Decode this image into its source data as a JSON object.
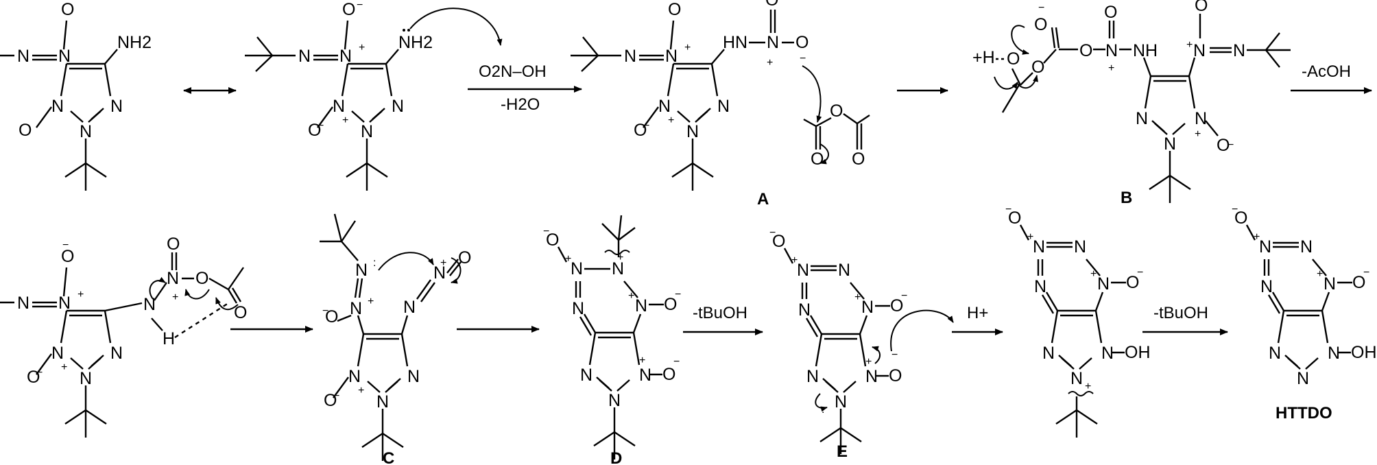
{
  "reaction_conditions": {
    "nitric_acid": "O2N–OH",
    "minus_water": "-H2O",
    "minus_acetic_acid": "-AcOH",
    "minus_tbuoh_1": "-tBuOH",
    "proton": "H+",
    "minus_tbuoh_2": "-tBuOH"
  },
  "intermediate_labels": {
    "a": "A",
    "b": "B",
    "c": "C",
    "d": "D",
    "e": "E",
    "product": "HTTDO"
  },
  "atom_text": {
    "nh2": "NH2",
    "nh": "NH",
    "hn": "HN",
    "oh": "OH",
    "h": "H",
    "n": "N",
    "o": "O",
    "h_plus_left": "+H"
  }
}
